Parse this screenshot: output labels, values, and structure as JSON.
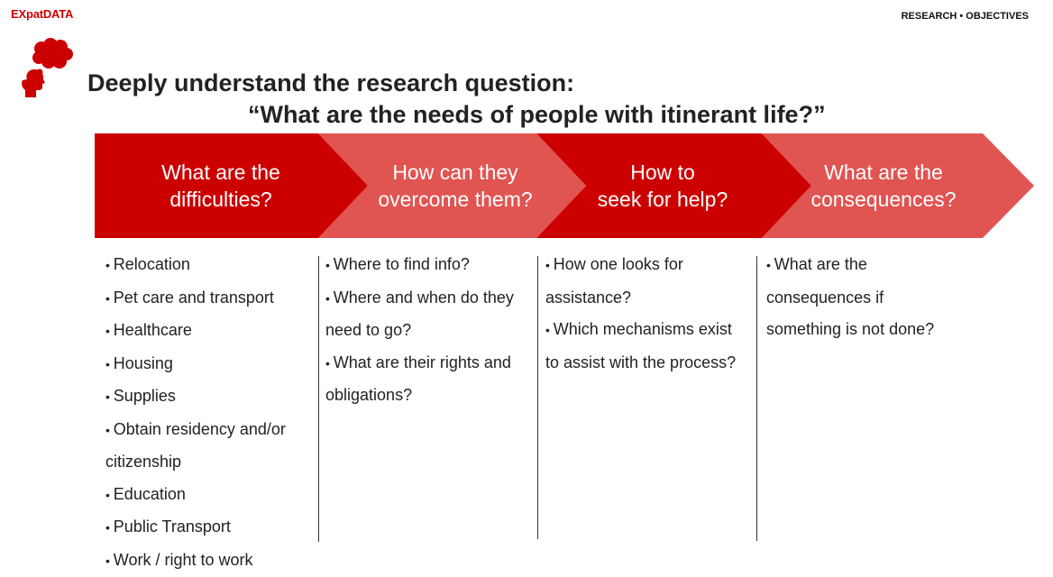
{
  "header": {
    "logo_ex": "EX",
    "logo_pat": "pat",
    "logo_data": "DATA",
    "section_label": "RESEARCH • OBJECTIVES"
  },
  "title": {
    "line1": "Deeply understand the research question:",
    "line2": "“What are the needs of people with itinerant life?”"
  },
  "colors": {
    "dark_red": "#cc0000",
    "light_red": "#e05452",
    "text": "#222222"
  },
  "steps": [
    {
      "line1": "What are the",
      "line2": "difficulties?"
    },
    {
      "line1": "How can they",
      "line2": "overcome them?"
    },
    {
      "line1": "How to",
      "line2": "seek for help?"
    },
    {
      "line1": "What are the",
      "line2": "consequences?"
    }
  ],
  "columns": {
    "difficulties": [
      "Relocation",
      "Pet care and transport",
      "Healthcare",
      "Housing",
      "Supplies",
      "Obtain residency and/or",
      "citizenship",
      "Education",
      "Public Transport",
      "Work / right to work"
    ],
    "overcome": [
      "Where to find info?",
      "Where and when do they",
      "need to go?",
      "What are their rights and",
      "obligations?"
    ],
    "help": [
      "How one looks for",
      "assistance?",
      "Which mechanisms exist",
      "to assist with the process?"
    ],
    "consequences": [
      "What are the",
      "consequences if",
      "something is not done?"
    ]
  },
  "icons": {
    "thinking_head": "thinking-head-icon"
  }
}
